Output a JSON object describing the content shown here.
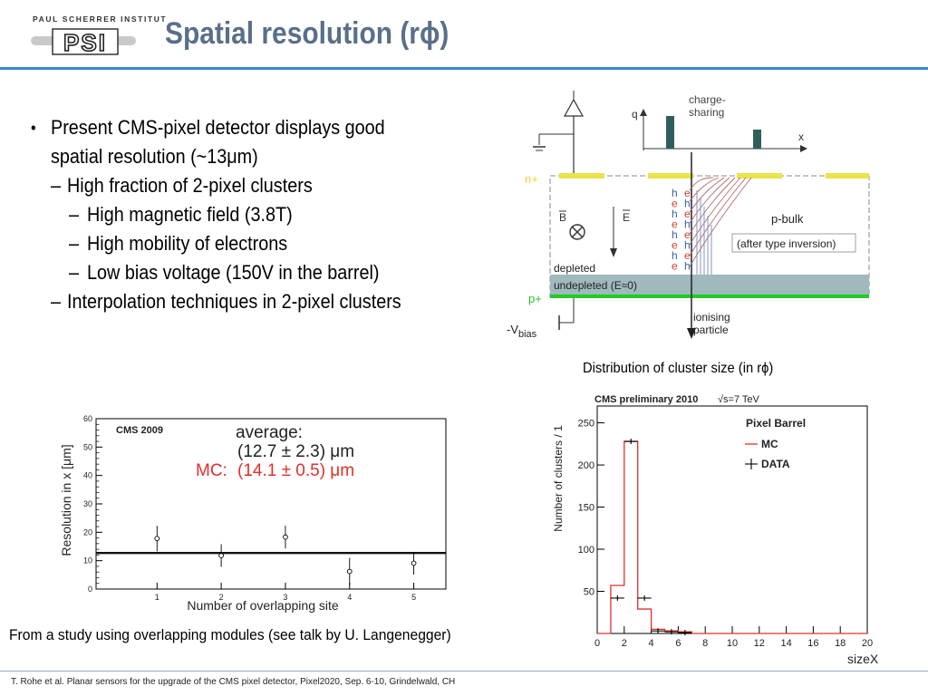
{
  "header": {
    "title": "Spatial resolution (rϕ)",
    "logo_text": "PAUL SCHERRER INSTITUT",
    "logo_mark": "PSI"
  },
  "bullets": [
    {
      "level": 1,
      "marker": "•",
      "lines": [
        "Present CMS-pixel detector displays good",
        "spatial resolution (~13μm)"
      ]
    },
    {
      "level": 2,
      "marker": "–",
      "text": "High fraction of 2-pixel clusters"
    },
    {
      "level": 3,
      "marker": "–",
      "text": "High magnetic field (3.8T)"
    },
    {
      "level": 3,
      "marker": "–",
      "text": "High mobility of electrons"
    },
    {
      "level": 3,
      "marker": "–",
      "text": "Low bias voltage (150V in the barrel)"
    },
    {
      "level": 2,
      "marker": "–",
      "text": "Interpolation techniques in 2-pixel clusters"
    }
  ],
  "diagram": {
    "labels": {
      "q": "q",
      "x": "x",
      "charge_sharing_1": "charge-",
      "charge_sharing_2": "sharing",
      "n_plus": "n+",
      "p_plus": "p+",
      "b": "B",
      "e": "E",
      "p_bulk": "p-bulk",
      "after_inversion": "(after type inversion)",
      "depleted": "depleted",
      "undepleted": "undepleted (E≈0)",
      "vbias": "-V",
      "vbias_sub": "bias",
      "ionising_1": "ionising",
      "ionising_2": "particle"
    },
    "carrier_column_h": [
      "h",
      "e",
      "h",
      "e",
      "h",
      "e",
      "h",
      "e"
    ],
    "carrier_column_e": [
      "e",
      "h",
      "e",
      "h",
      "e",
      "h",
      "e",
      "h"
    ],
    "colors": {
      "n_implant": "#e8e44a",
      "p_implant": "#22cc22",
      "undepleted": "#9fb9bd",
      "electron": "#d63a2f",
      "hole": "#3b5ea8",
      "charge_bar": "#2f5f5a"
    }
  },
  "caption_top": "Distribution of cluster size (in rϕ)",
  "caption_bottom": "From a study using overlapping modules (see talk by U. Langenegger)",
  "footer": "T. Rohe et al. Planar sensors for the upgrade of the CMS pixel detector, Pixel2020, Sep. 6-10, Grindelwald, CH",
  "chart_data": [
    {
      "type": "scatter",
      "title": "CMS 2009",
      "xlabel": "Number of overlapping site",
      "ylabel": "Resolution in x [μm]",
      "xticks": [
        1,
        2,
        3,
        4,
        5
      ],
      "yticks": [
        0,
        10,
        20,
        30,
        40,
        50,
        60
      ],
      "ylim": [
        0,
        60
      ],
      "xlim": [
        0.05,
        5.5
      ],
      "series": [
        {
          "x": [
            1,
            2,
            3,
            4,
            5
          ],
          "y": [
            17.8,
            11.8,
            18.3,
            6.2,
            9.1
          ],
          "yerr": [
            4.5,
            4,
            4,
            4.8,
            4
          ]
        }
      ],
      "average_line": 12.7,
      "annotations": {
        "average_label": "average:",
        "average_value": "(12.7 ± 2.3) μm",
        "mc_label": "MC:",
        "mc_value": "(14.1 ± 0.5) μm"
      },
      "colors": {
        "data": "#000000",
        "mc": "#e0302a"
      }
    },
    {
      "type": "bar",
      "title": "CMS preliminary 2010",
      "energy": "√s=7 TeV",
      "xlabel": "sizeX",
      "ylabel": "Number of clusters / 1",
      "xticks": [
        0,
        2,
        4,
        6,
        8,
        10,
        12,
        14,
        16,
        18,
        20
      ],
      "xtick_labels": [
        "0",
        "2",
        "4",
        "6",
        "8",
        "10",
        "12",
        "14",
        "16",
        "18",
        "20"
      ],
      "yticks": [
        50,
        100,
        150,
        200,
        250
      ],
      "xlim": [
        0,
        20
      ],
      "ylim": [
        0,
        270
      ],
      "legend_title": "Pixel Barrel",
      "bin_edges": [
        0,
        1,
        2,
        3,
        4,
        5,
        6,
        7,
        8,
        9,
        10,
        11,
        12,
        13,
        14,
        15,
        16,
        17,
        18,
        19,
        20
      ],
      "series": [
        {
          "name": "MC",
          "values": [
            0,
            57,
            228,
            29,
            5,
            3,
            2,
            0,
            0,
            0,
            0,
            0,
            0,
            0,
            0,
            0,
            0,
            0,
            0,
            0
          ],
          "color": "#e0302a"
        },
        {
          "name": "DATA",
          "values": [
            0,
            42,
            228,
            42,
            3,
            2,
            1,
            0,
            0,
            0,
            0,
            0,
            0,
            0,
            0,
            0,
            0,
            0,
            0,
            0
          ],
          "color": "#000000"
        }
      ]
    }
  ]
}
